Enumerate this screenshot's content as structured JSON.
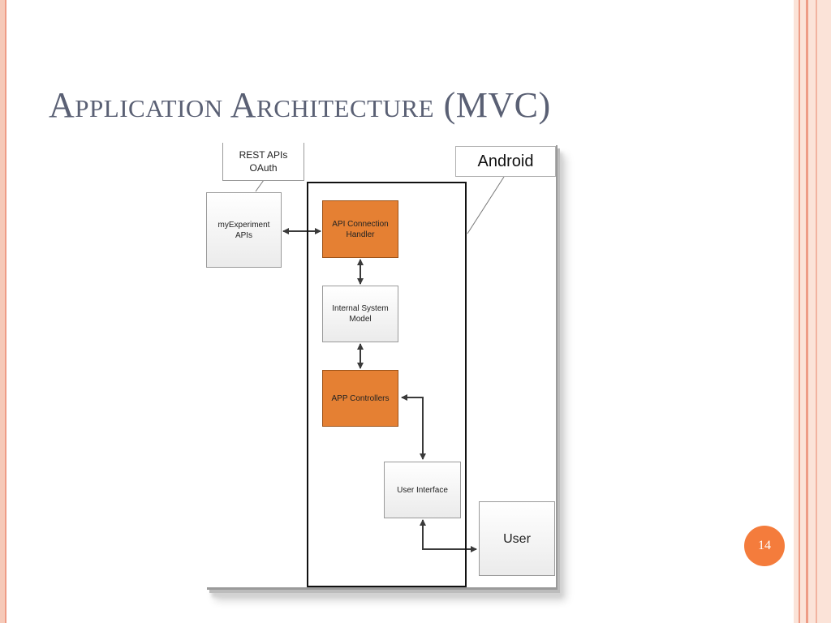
{
  "slide": {
    "title": "Application Architecture (MVC)",
    "page_number": "14"
  },
  "diagram": {
    "rest_callout": "REST APIs\nOAuth",
    "android_label": "Android",
    "my_experiment": "myExperiment\nAPIs",
    "api_connection_handler": "API Connection\nHandler",
    "internal_system_model": "Internal System\nModel",
    "app_controllers": "APP Controllers",
    "user_interface": "User Interface",
    "user": "User"
  },
  "colors": {
    "accent_orange": "#e58033",
    "page_badge": "#f47c3c",
    "title_text": "#5a6074",
    "side_band": "#fbe3d8"
  }
}
